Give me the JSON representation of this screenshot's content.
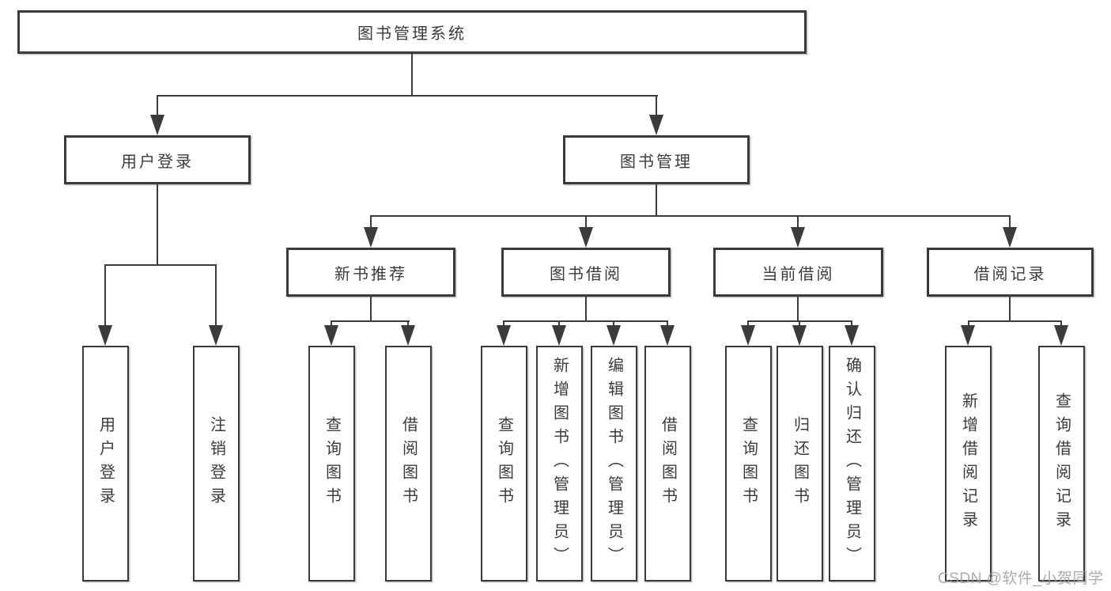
{
  "diagram": {
    "nodes": {
      "root": "图书管理系统",
      "user_login": "用户登录",
      "book_mgmt": "图书管理",
      "new_book": "新书推荐",
      "book_borrow": "图书借阅",
      "current_borrow": "当前借阅",
      "borrow_records": "借阅记录"
    },
    "leaves": {
      "user_login": [
        "用户登录",
        "注销登录"
      ],
      "new_book": [
        "查询图书",
        "借阅图书"
      ],
      "book_borrow": [
        "查询图书",
        "新增图书（管理员）",
        "编辑图书（管理员）",
        "借阅图书"
      ],
      "current_borrow": [
        "查询图书",
        "归还图书",
        "确认归还（管理员）"
      ],
      "borrow_records": [
        "新增借阅记录",
        "查询借阅记录"
      ]
    },
    "watermark": "CSDN @软件_小贺同学",
    "colors": {
      "line": "#3b3b3b",
      "box_border": "#3a3a3a",
      "text": "#3b3b3b",
      "watermark": "#9e9e9e",
      "background": "#ffffff"
    }
  }
}
